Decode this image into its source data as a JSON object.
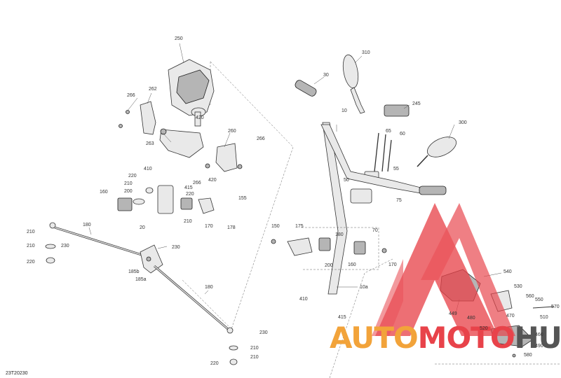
{
  "diagram": {
    "drawing_code": "23T20230",
    "part_labels": [
      "250",
      "266",
      "262",
      "420",
      "263",
      "260",
      "266",
      "420",
      "410",
      "266",
      "220",
      "210",
      "200",
      "160",
      "415",
      "220",
      "20",
      "210",
      "170",
      "155",
      "178",
      "210",
      "180",
      "230",
      "210",
      "220",
      "230",
      "185b",
      "185a",
      "180",
      "230",
      "210",
      "210",
      "220",
      "310",
      "30",
      "10",
      "245",
      "300",
      "65",
      "60",
      "55",
      "50",
      "75",
      "70",
      "150",
      "175",
      "180",
      "200",
      "160",
      "170",
      "410",
      "10a",
      "415",
      "540",
      "530",
      "449",
      "560",
      "550",
      "570",
      "510",
      "470",
      "480",
      "520",
      "460",
      "490",
      "580"
    ]
  },
  "watermark": {
    "text_part1": "AUTO",
    "text_part2": "MOTO",
    "text_part3": "HUB",
    "color_orange": "#F2A33A",
    "color_red": "#E8434A",
    "color_gray": "#555555"
  }
}
